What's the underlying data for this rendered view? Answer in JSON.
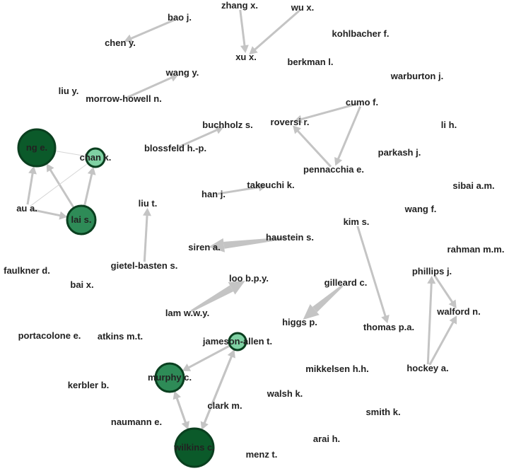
{
  "graph": {
    "colors": {
      "edge": "#c4c4c4",
      "edge_thin": "#d6d6d6",
      "node_dark": "#0b5a2a",
      "node_mid": "#2e8b57",
      "node_light": "#7fd1a3",
      "node_stroke": "#0a3f1f",
      "label": "#222222"
    },
    "nodes": [
      {
        "id": "bao",
        "label": "bao j."
      },
      {
        "id": "chen",
        "label": "chen y."
      },
      {
        "id": "zhang",
        "label": "zhang x."
      },
      {
        "id": "wu",
        "label": "wu x."
      },
      {
        "id": "xu",
        "label": "xu x."
      },
      {
        "id": "kohlbacher",
        "label": "kohlbacher f."
      },
      {
        "id": "berkman",
        "label": "berkman l."
      },
      {
        "id": "warburton",
        "label": "warburton j."
      },
      {
        "id": "wangy",
        "label": "wang y."
      },
      {
        "id": "liuy",
        "label": "liu y."
      },
      {
        "id": "morrow",
        "label": "morrow-howell n."
      },
      {
        "id": "cumo",
        "label": "cumo f."
      },
      {
        "id": "roversi",
        "label": "roversi r."
      },
      {
        "id": "lih",
        "label": "li h."
      },
      {
        "id": "buchholz",
        "label": "buchholz s."
      },
      {
        "id": "blossfeld",
        "label": "blossfeld h.-p."
      },
      {
        "id": "nge",
        "label": "ng e."
      },
      {
        "id": "chank",
        "label": "chan k."
      },
      {
        "id": "parkash",
        "label": "parkash j."
      },
      {
        "id": "pennacchia",
        "label": "pennacchia e."
      },
      {
        "id": "hanj",
        "label": "han j."
      },
      {
        "id": "takeuchi",
        "label": "takeuchi k."
      },
      {
        "id": "sibai",
        "label": "sibai a.m."
      },
      {
        "id": "aua",
        "label": "au a."
      },
      {
        "id": "liut",
        "label": "liu t."
      },
      {
        "id": "wangf",
        "label": "wang f."
      },
      {
        "id": "lais",
        "label": "lai s."
      },
      {
        "id": "kims",
        "label": "kim s."
      },
      {
        "id": "haustein",
        "label": "haustein s."
      },
      {
        "id": "siren",
        "label": "siren a."
      },
      {
        "id": "rahman",
        "label": "rahman m.m."
      },
      {
        "id": "gietel",
        "label": "gietel-basten s."
      },
      {
        "id": "faulkner",
        "label": "faulkner d."
      },
      {
        "id": "phillips",
        "label": "phillips j."
      },
      {
        "id": "loo",
        "label": "loo b.p.y."
      },
      {
        "id": "baix",
        "label": "bai x."
      },
      {
        "id": "gilleard",
        "label": "gilleard c."
      },
      {
        "id": "lam",
        "label": "lam w.w.y."
      },
      {
        "id": "walford",
        "label": "walford n."
      },
      {
        "id": "higgs",
        "label": "higgs p."
      },
      {
        "id": "thomas",
        "label": "thomas p.a."
      },
      {
        "id": "portacolone",
        "label": "portacolone e."
      },
      {
        "id": "atkins",
        "label": "atkins m.t."
      },
      {
        "id": "jameson",
        "label": "jameson-allen t."
      },
      {
        "id": "mikkelsen",
        "label": "mikkelsen h.h."
      },
      {
        "id": "hockey",
        "label": "hockey a."
      },
      {
        "id": "murphy",
        "label": "murphy c."
      },
      {
        "id": "kerbler",
        "label": "kerbler b."
      },
      {
        "id": "walsh",
        "label": "walsh k."
      },
      {
        "id": "clark",
        "label": "clark m."
      },
      {
        "id": "smith",
        "label": "smith k."
      },
      {
        "id": "naumann",
        "label": "naumann e."
      },
      {
        "id": "arai",
        "label": "arai h."
      },
      {
        "id": "wilkins",
        "label": "wilkins c."
      },
      {
        "id": "menz",
        "label": "menz t."
      }
    ],
    "edges": [
      {
        "source": "bao",
        "target": "chen",
        "weight": 1
      },
      {
        "source": "zhang",
        "target": "xu",
        "weight": 1
      },
      {
        "source": "wu",
        "target": "xu",
        "weight": 1
      },
      {
        "source": "morrow",
        "target": "wangy",
        "weight": 1
      },
      {
        "source": "cumo",
        "target": "roversi",
        "weight": 1
      },
      {
        "source": "cumo",
        "target": "pennacchia",
        "weight": 1
      },
      {
        "source": "pennacchia",
        "target": "roversi",
        "weight": 1
      },
      {
        "source": "blossfeld",
        "target": "buchholz",
        "weight": 1
      },
      {
        "source": "hanj",
        "target": "takeuchi",
        "weight": 1
      },
      {
        "source": "gietel",
        "target": "liut",
        "weight": 1
      },
      {
        "source": "haustein",
        "target": "siren",
        "weight": 3
      },
      {
        "source": "kims",
        "target": "thomas",
        "weight": 1
      },
      {
        "source": "lam",
        "target": "loo",
        "weight": 3
      },
      {
        "source": "gilleard",
        "target": "higgs",
        "weight": 3
      },
      {
        "source": "hockey",
        "target": "phillips",
        "weight": 1
      },
      {
        "source": "hockey",
        "target": "walford",
        "weight": 1
      },
      {
        "source": "phillips",
        "target": "walford",
        "weight": 1
      },
      {
        "source": "aua",
        "target": "nge",
        "weight": 1
      },
      {
        "source": "aua",
        "target": "lais",
        "weight": 1
      },
      {
        "source": "lais",
        "target": "nge",
        "weight": 1
      },
      {
        "source": "lais",
        "target": "chank",
        "weight": 1
      },
      {
        "source": "chank",
        "target": "nge",
        "weight": 0
      },
      {
        "source": "aua",
        "target": "chank",
        "weight": 0
      },
      {
        "source": "jameson",
        "target": "murphy",
        "weight": 1
      },
      {
        "source": "jameson",
        "target": "wilkins",
        "weight": 1
      },
      {
        "source": "wilkins",
        "target": "jameson",
        "weight": 1
      },
      {
        "source": "murphy",
        "target": "wilkins",
        "weight": 1
      },
      {
        "source": "wilkins",
        "target": "murphy",
        "weight": 1
      }
    ]
  }
}
